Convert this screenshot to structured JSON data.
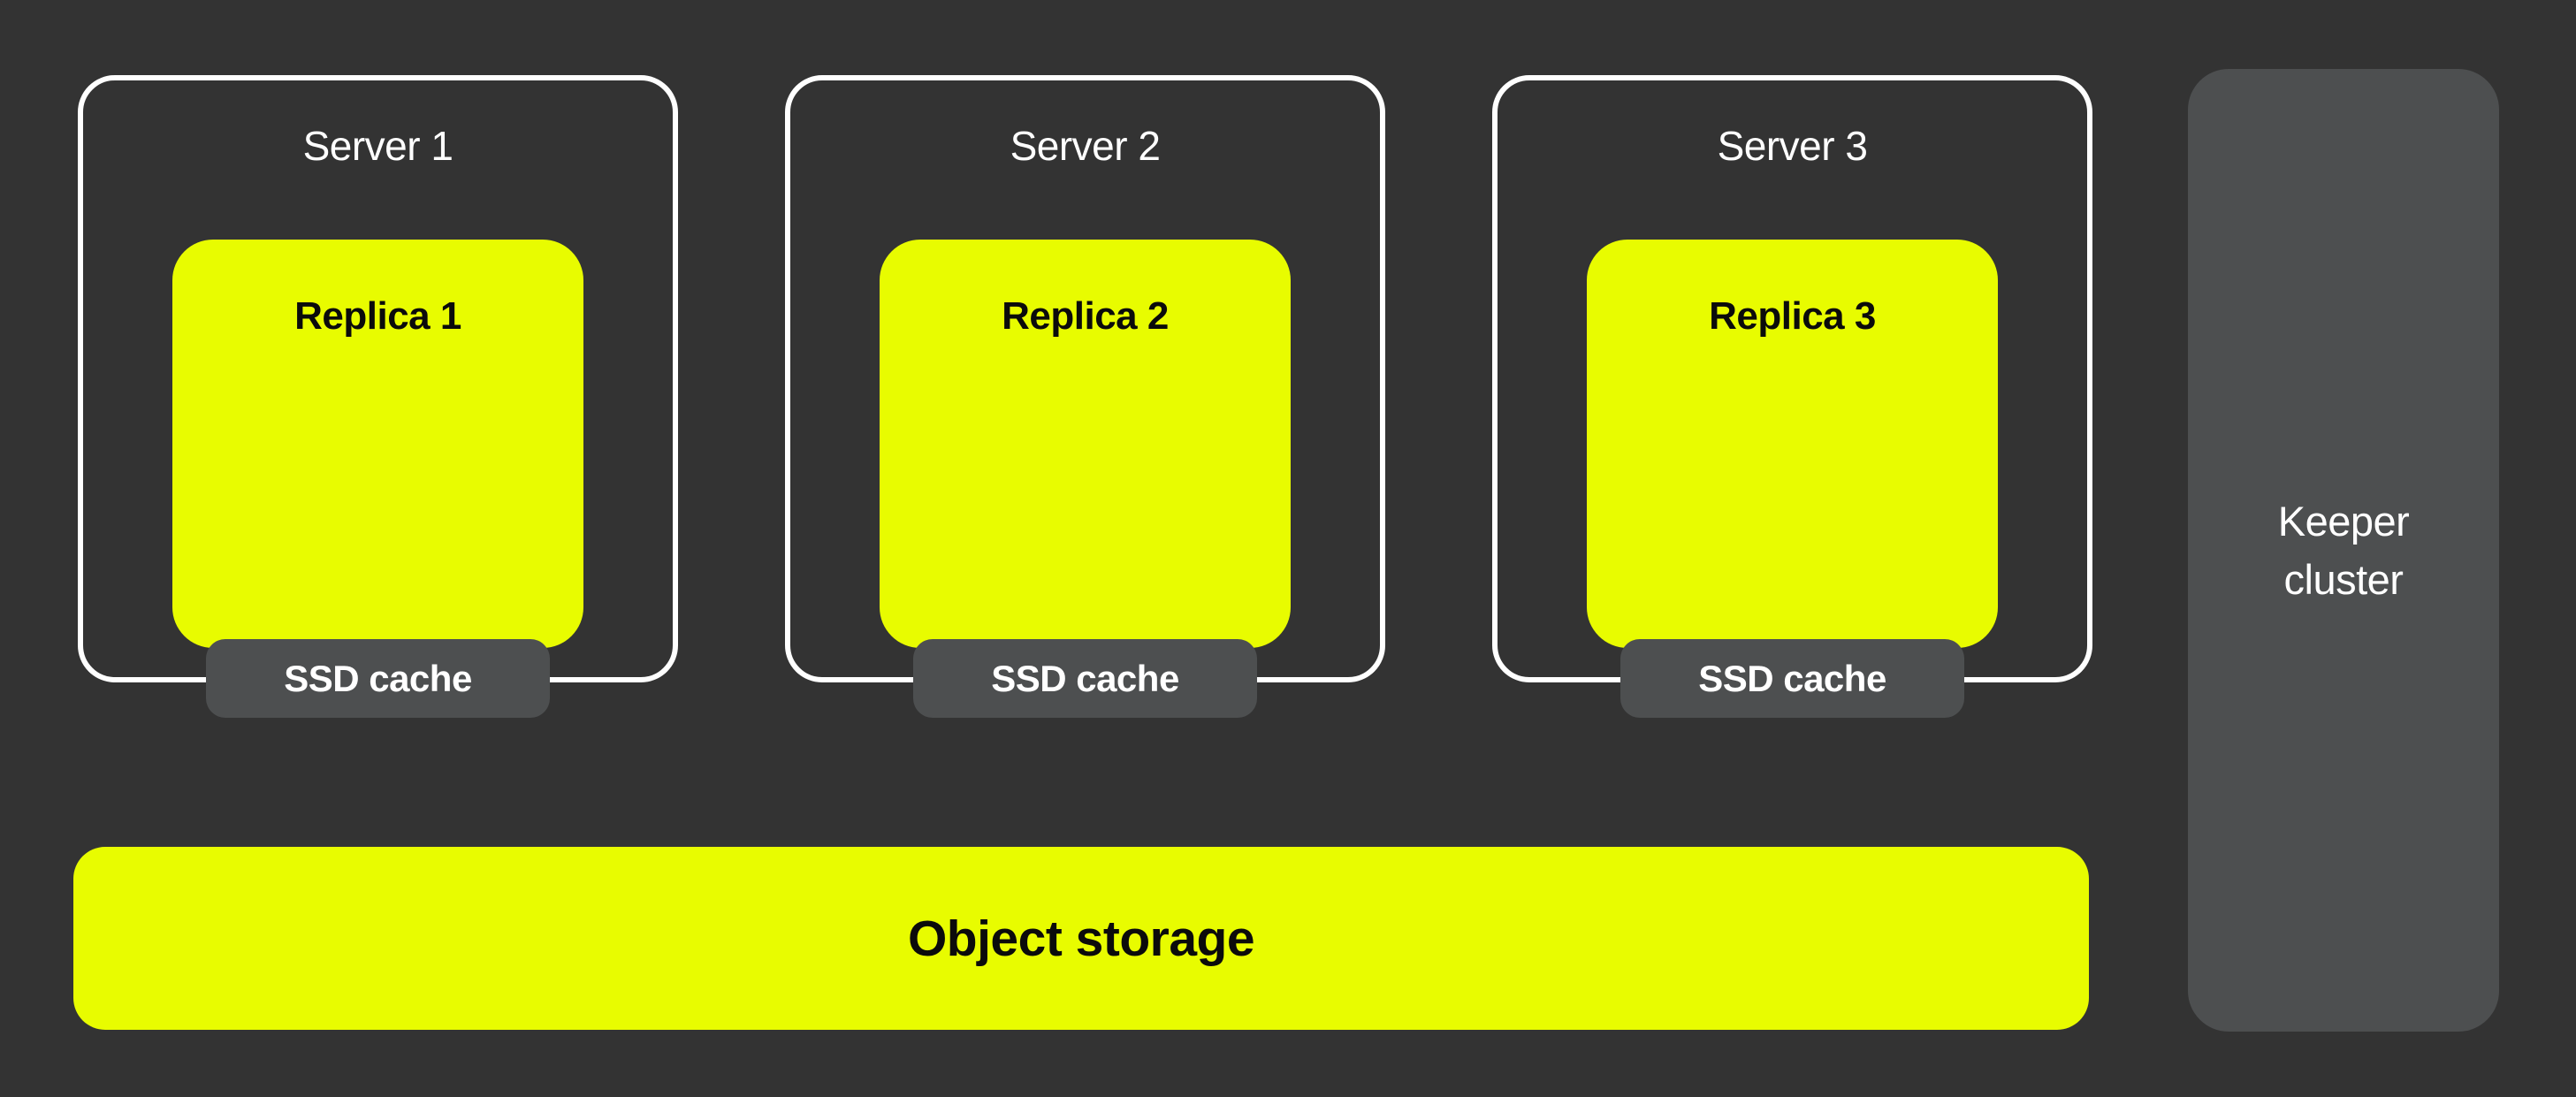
{
  "servers": [
    {
      "title": "Server 1",
      "replica": "Replica 1",
      "cache": "SSD cache"
    },
    {
      "title": "Server 2",
      "replica": "Replica 2",
      "cache": "SSD cache"
    },
    {
      "title": "Server 3",
      "replica": "Replica 3",
      "cache": "SSD cache"
    }
  ],
  "keeper": {
    "label": "Keeper\ncluster"
  },
  "object_storage": {
    "label": "Object storage"
  },
  "colors": {
    "background": "#333333",
    "accent_yellow": "#E8FC00",
    "box_gray": "#4D4F50",
    "border_white": "#FFFFFF",
    "text_black": "#0B0B0B"
  }
}
